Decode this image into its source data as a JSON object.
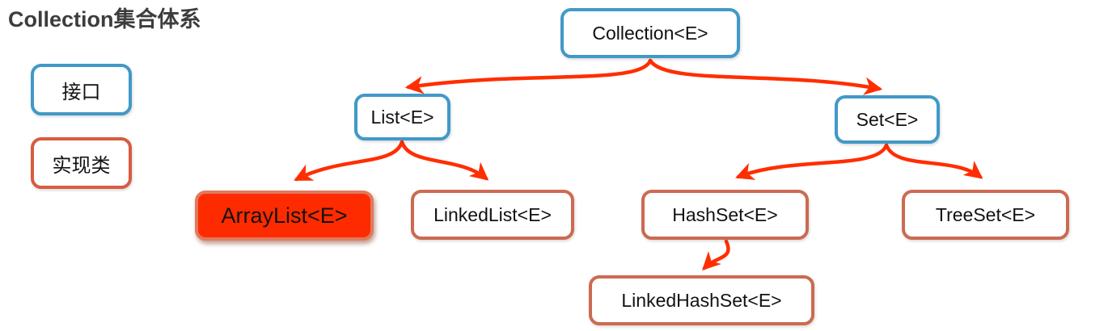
{
  "title": "Collection集合体系",
  "legend": {
    "interface_label": "接口",
    "implementation_label": "实现类"
  },
  "nodes": {
    "collection": {
      "label": "Collection<E>",
      "kind": "interface"
    },
    "list": {
      "label": "List<E>",
      "kind": "interface"
    },
    "set": {
      "label": "Set<E>",
      "kind": "interface"
    },
    "arraylist": {
      "label": "ArrayList<E>",
      "kind": "implementation",
      "highlighted": true
    },
    "linkedlist": {
      "label": "LinkedList<E>",
      "kind": "implementation"
    },
    "hashset": {
      "label": "HashSet<E>",
      "kind": "implementation"
    },
    "treeset": {
      "label": "TreeSet<E>",
      "kind": "implementation"
    },
    "linkedhashset": {
      "label": "LinkedHashSet<E>",
      "kind": "implementation"
    }
  },
  "edges": [
    {
      "from": "collection",
      "to": "list"
    },
    {
      "from": "collection",
      "to": "set"
    },
    {
      "from": "list",
      "to": "arraylist"
    },
    {
      "from": "list",
      "to": "linkedlist"
    },
    {
      "from": "set",
      "to": "hashset"
    },
    {
      "from": "set",
      "to": "treeset"
    },
    {
      "from": "hashset",
      "to": "linkedhashset"
    }
  ],
  "colors": {
    "title_color": "#3d3d3d",
    "node_text": "#121212",
    "interface_border": "#4199c7",
    "impl_border": "#cc6a51",
    "legend_impl_border": "#d95b40",
    "highlight_fill": "#ff2b00",
    "highlight_border": "#e07a5e",
    "arrow_color": "#ff2e00"
  }
}
